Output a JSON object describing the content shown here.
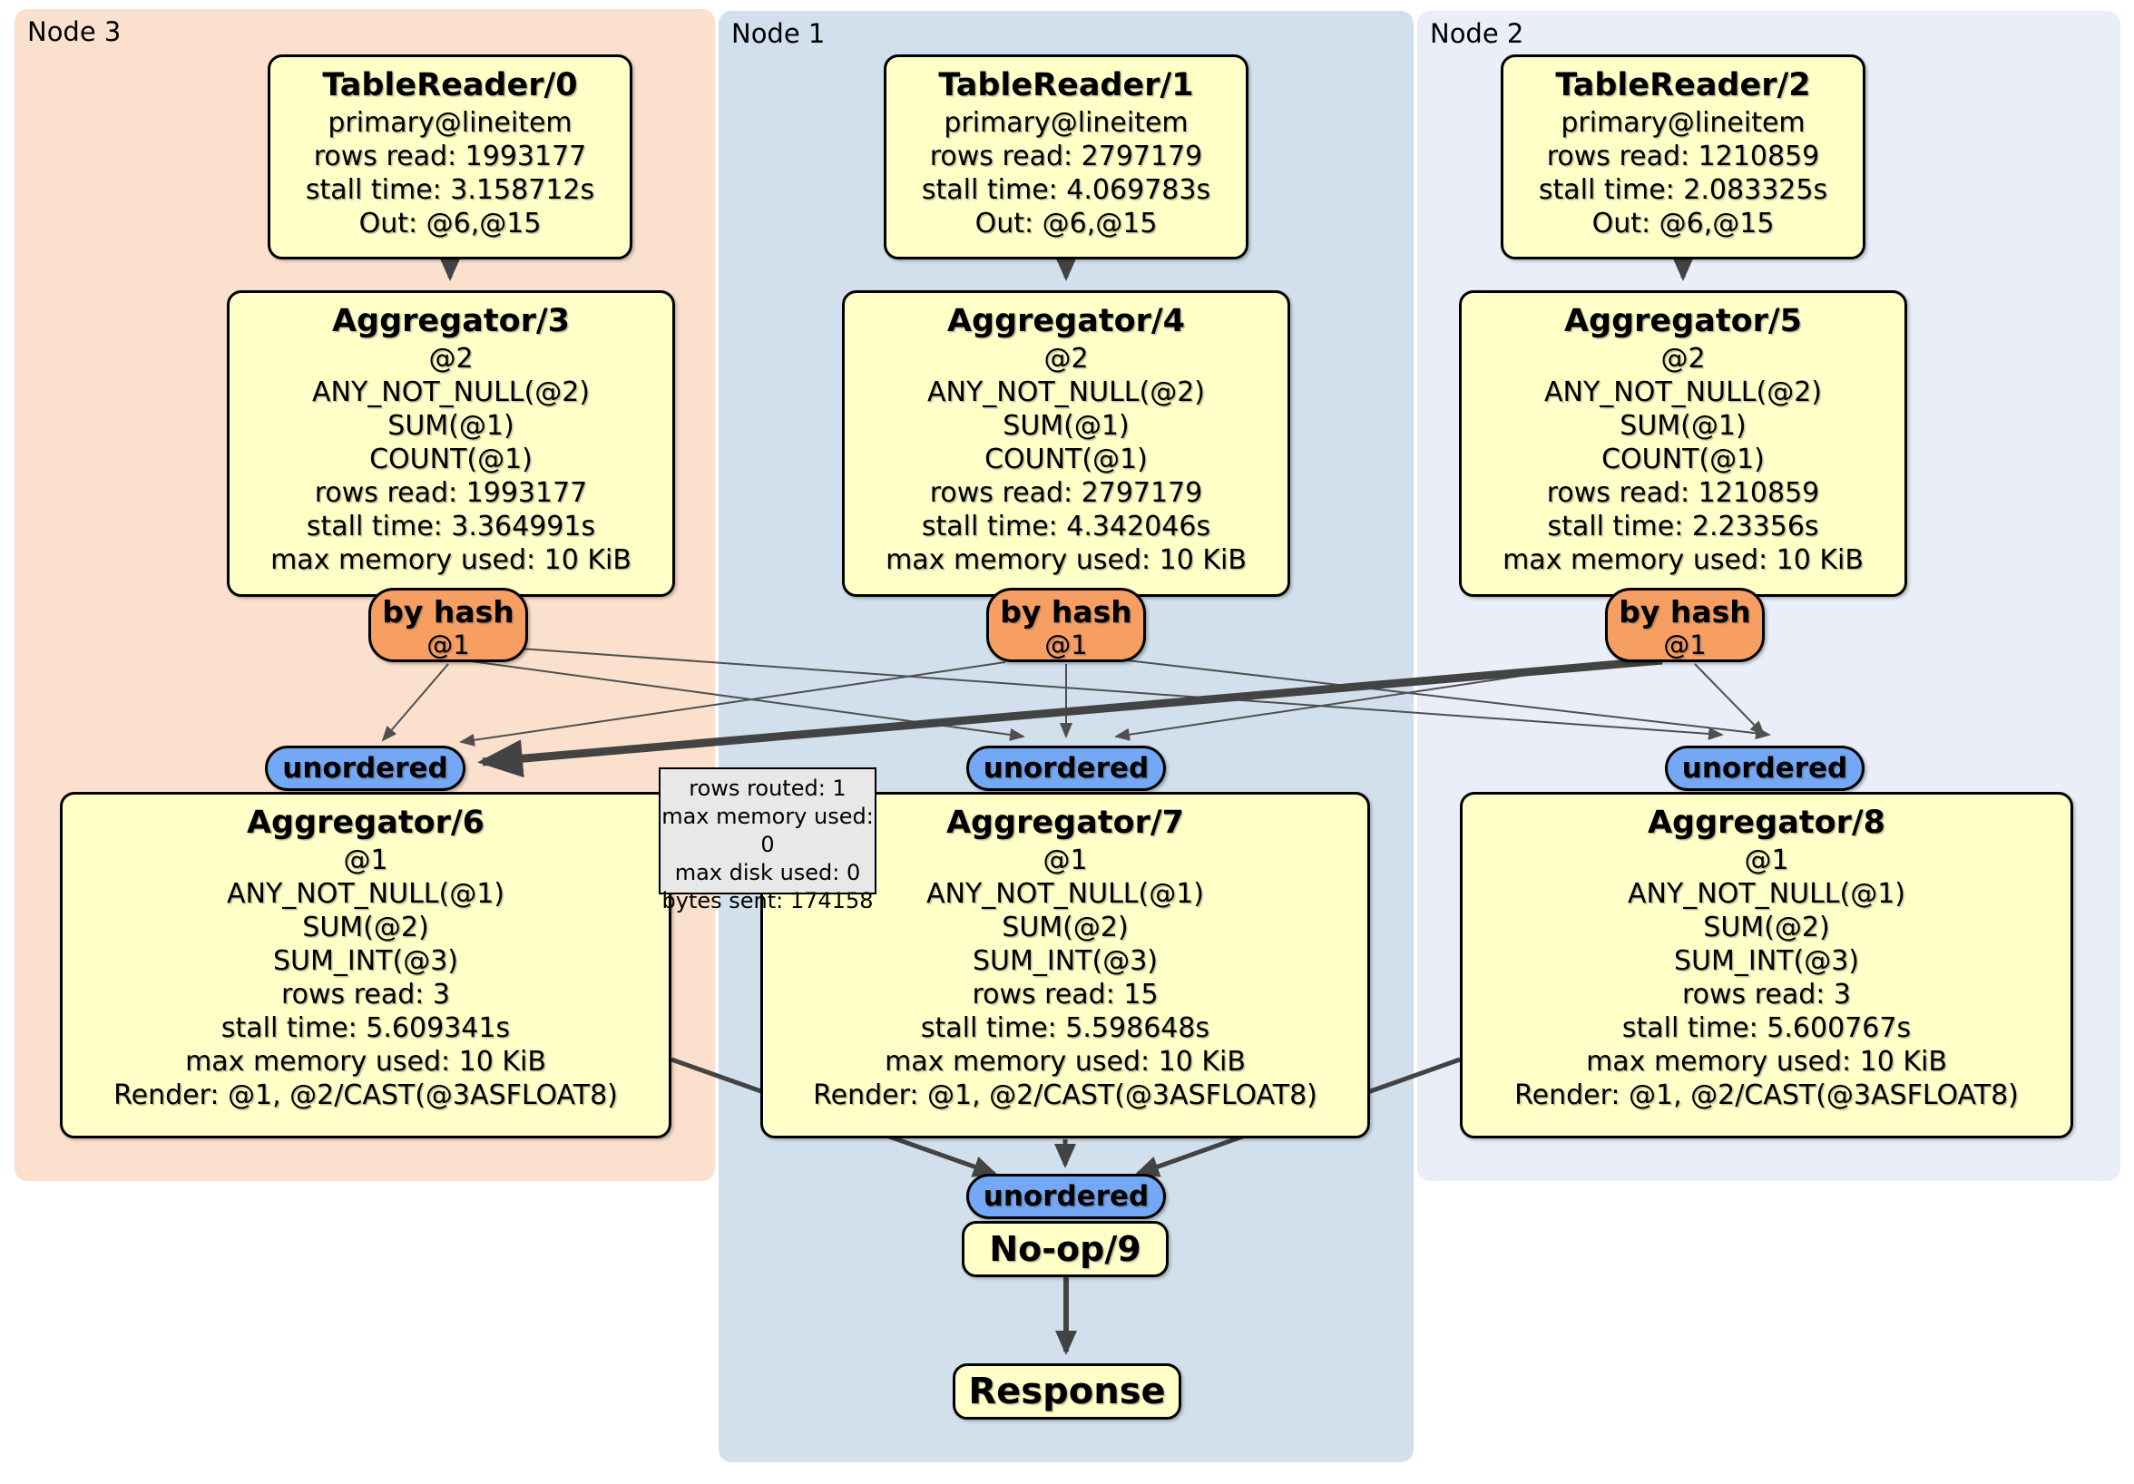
{
  "panels": [
    {
      "label": "Node 3"
    },
    {
      "label": "Node 1"
    },
    {
      "label": "Node 2"
    }
  ],
  "table_readers": [
    {
      "title": "TableReader/0",
      "lines": [
        "primary@lineitem",
        "rows read: 1993177",
        "stall time: 3.158712s",
        "Out: @6,@15"
      ]
    },
    {
      "title": "TableReader/1",
      "lines": [
        "primary@lineitem",
        "rows read: 2797179",
        "stall time: 4.069783s",
        "Out: @6,@15"
      ]
    },
    {
      "title": "TableReader/2",
      "lines": [
        "primary@lineitem",
        "rows read: 1210859",
        "stall time: 2.083325s",
        "Out: @6,@15"
      ]
    }
  ],
  "top_aggregators": [
    {
      "title": "Aggregator/3",
      "lines": [
        "@2",
        "ANY_NOT_NULL(@2)",
        "SUM(@1)",
        "COUNT(@1)",
        "rows read: 1993177",
        "stall time: 3.364991s",
        "max memory used: 10 KiB"
      ]
    },
    {
      "title": "Aggregator/4",
      "lines": [
        "@2",
        "ANY_NOT_NULL(@2)",
        "SUM(@1)",
        "COUNT(@1)",
        "rows read: 2797179",
        "stall time: 4.342046s",
        "max memory used: 10 KiB"
      ]
    },
    {
      "title": "Aggregator/5",
      "lines": [
        "@2",
        "ANY_NOT_NULL(@2)",
        "SUM(@1)",
        "COUNT(@1)",
        "rows read: 1210859",
        "stall time: 2.23356s",
        "max memory used: 10 KiB"
      ]
    }
  ],
  "routers": [
    {
      "label": "by hash",
      "detail": "@1"
    },
    {
      "label": "by hash",
      "detail": "@1"
    },
    {
      "label": "by hash",
      "detail": "@1"
    }
  ],
  "streams": [
    {
      "label": "unordered"
    },
    {
      "label": "unordered"
    },
    {
      "label": "unordered"
    }
  ],
  "bottom_aggregators": [
    {
      "title": "Aggregator/6",
      "lines": [
        "@1",
        "ANY_NOT_NULL(@1)",
        "SUM(@2)",
        "SUM_INT(@3)",
        "rows read: 3",
        "stall time: 5.609341s",
        "max memory used: 10 KiB",
        "Render: @1, @2/CAST(@3ASFLOAT8)"
      ]
    },
    {
      "title": "Aggregator/7",
      "lines": [
        "@1",
        "ANY_NOT_NULL(@1)",
        "SUM(@2)",
        "SUM_INT(@3)",
        "rows read: 15",
        "stall time: 5.598648s",
        "max memory used: 10 KiB",
        "Render: @1, @2/CAST(@3ASFLOAT8)"
      ]
    },
    {
      "title": "Aggregator/8",
      "lines": [
        "@1",
        "ANY_NOT_NULL(@1)",
        "SUM(@2)",
        "SUM_INT(@3)",
        "rows read: 3",
        "stall time: 5.600767s",
        "max memory used: 10 KiB",
        "Render: @1, @2/CAST(@3ASFLOAT8)"
      ]
    }
  ],
  "edge_tooltip": {
    "lines": [
      "rows routed: 1",
      "max memory used: 0",
      "max disk used: 0",
      "bytes sent: 174158"
    ]
  },
  "final_stream": {
    "label": "unordered"
  },
  "noop": {
    "title": "No-op/9"
  },
  "response": {
    "title": "Response"
  },
  "colors": {
    "panel_node3": "#fbe1cd",
    "panel_node1": "#d1e0ec",
    "panel_node2": "#e9eef8",
    "processor_fill": "#ffffc8",
    "router_fill": "#f79e63",
    "stream_fill": "#74a8f4",
    "tooltip_fill": "#e8e8e8",
    "edge": "#474747",
    "border": "#000000"
  }
}
